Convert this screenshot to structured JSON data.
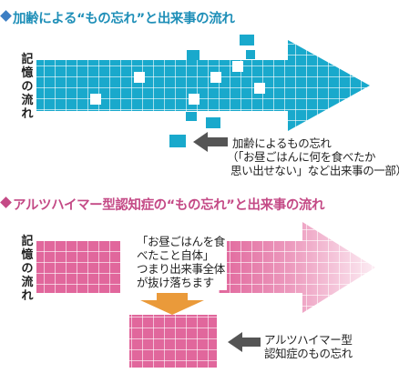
{
  "normal_section": {
    "title": "加齢による“もの忘れ”と出来事の流れ",
    "vertical_label": "記憶の流れ",
    "note_lines": [
      "加齢によるもの忘れ",
      "（「お昼ごはんに何を食べたか",
      "思い出せない」など出来事の一部）"
    ],
    "color": "#19a9cc"
  },
  "alzheimer_section": {
    "title": "アルツハイマー型認知症の“もの忘れ”と出来事の流れ",
    "vertical_label": "記憶の流れ",
    "center_note_lines": [
      "「お昼ごはんを食",
      "べたこと自体」",
      "つまり出来事全体",
      "が抜け落ちます"
    ],
    "note_lines": [
      "アルツハイマー型",
      "認知症のもの忘れ"
    ],
    "color": "#e1679c"
  },
  "colors": {
    "heading_blue": "#1f8fb8",
    "heading_pink": "#c44a86",
    "diamond_blue": "#3d7fc4",
    "diamond_pink": "#c44a86",
    "arrow_gray": "#555555"
  }
}
